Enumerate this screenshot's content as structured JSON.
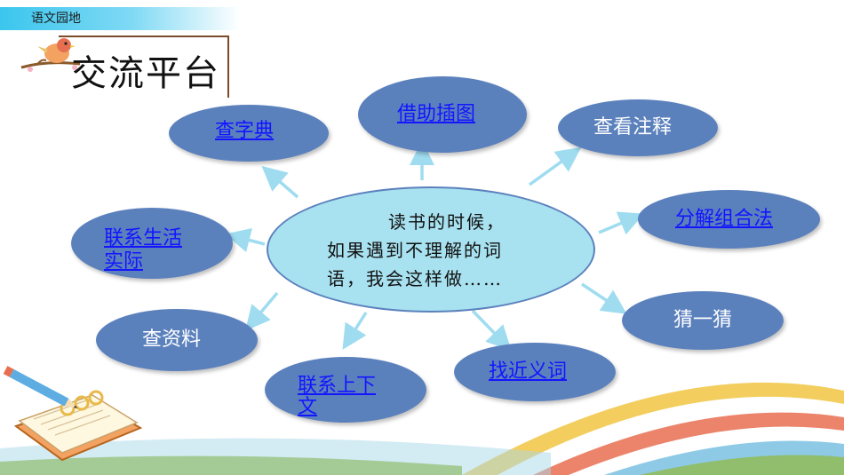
{
  "header": {
    "section_label": "语文园地",
    "title": "交流平台"
  },
  "center": {
    "lines": [
      "读书的时候，",
      "如果遇到不理解的词",
      "语，我会这样做……"
    ]
  },
  "methods": [
    {
      "id": "cha-zidian",
      "label": "查字典",
      "link": true
    },
    {
      "id": "jiezhu-chatu",
      "label": "借助插图",
      "link": true
    },
    {
      "id": "chakan-zhushi",
      "label": "查看注释",
      "link": false
    },
    {
      "id": "fenjie-zuhe",
      "label": "分解组合法",
      "link": true
    },
    {
      "id": "cai-yi-cai",
      "label": "猜一猜",
      "link": false
    },
    {
      "id": "zhao-jinyici",
      "label": "找近义词",
      "link": true
    },
    {
      "id": "lianxi-shangxiawen",
      "label_line1": "联系上下",
      "label_line2": "文",
      "link": true
    },
    {
      "id": "cha-ziliao",
      "label": "查资料",
      "link": false
    },
    {
      "id": "lianxi-shenghuo",
      "label_line1": "联系生活",
      "label_line2": "实际",
      "link": true
    }
  ],
  "colors": {
    "node_fill": "#5b81bd",
    "center_fill": "#a8e1ef",
    "arrow": "#9fdcf0",
    "link": "#1414ff",
    "topbar": "#3bc6ee"
  }
}
